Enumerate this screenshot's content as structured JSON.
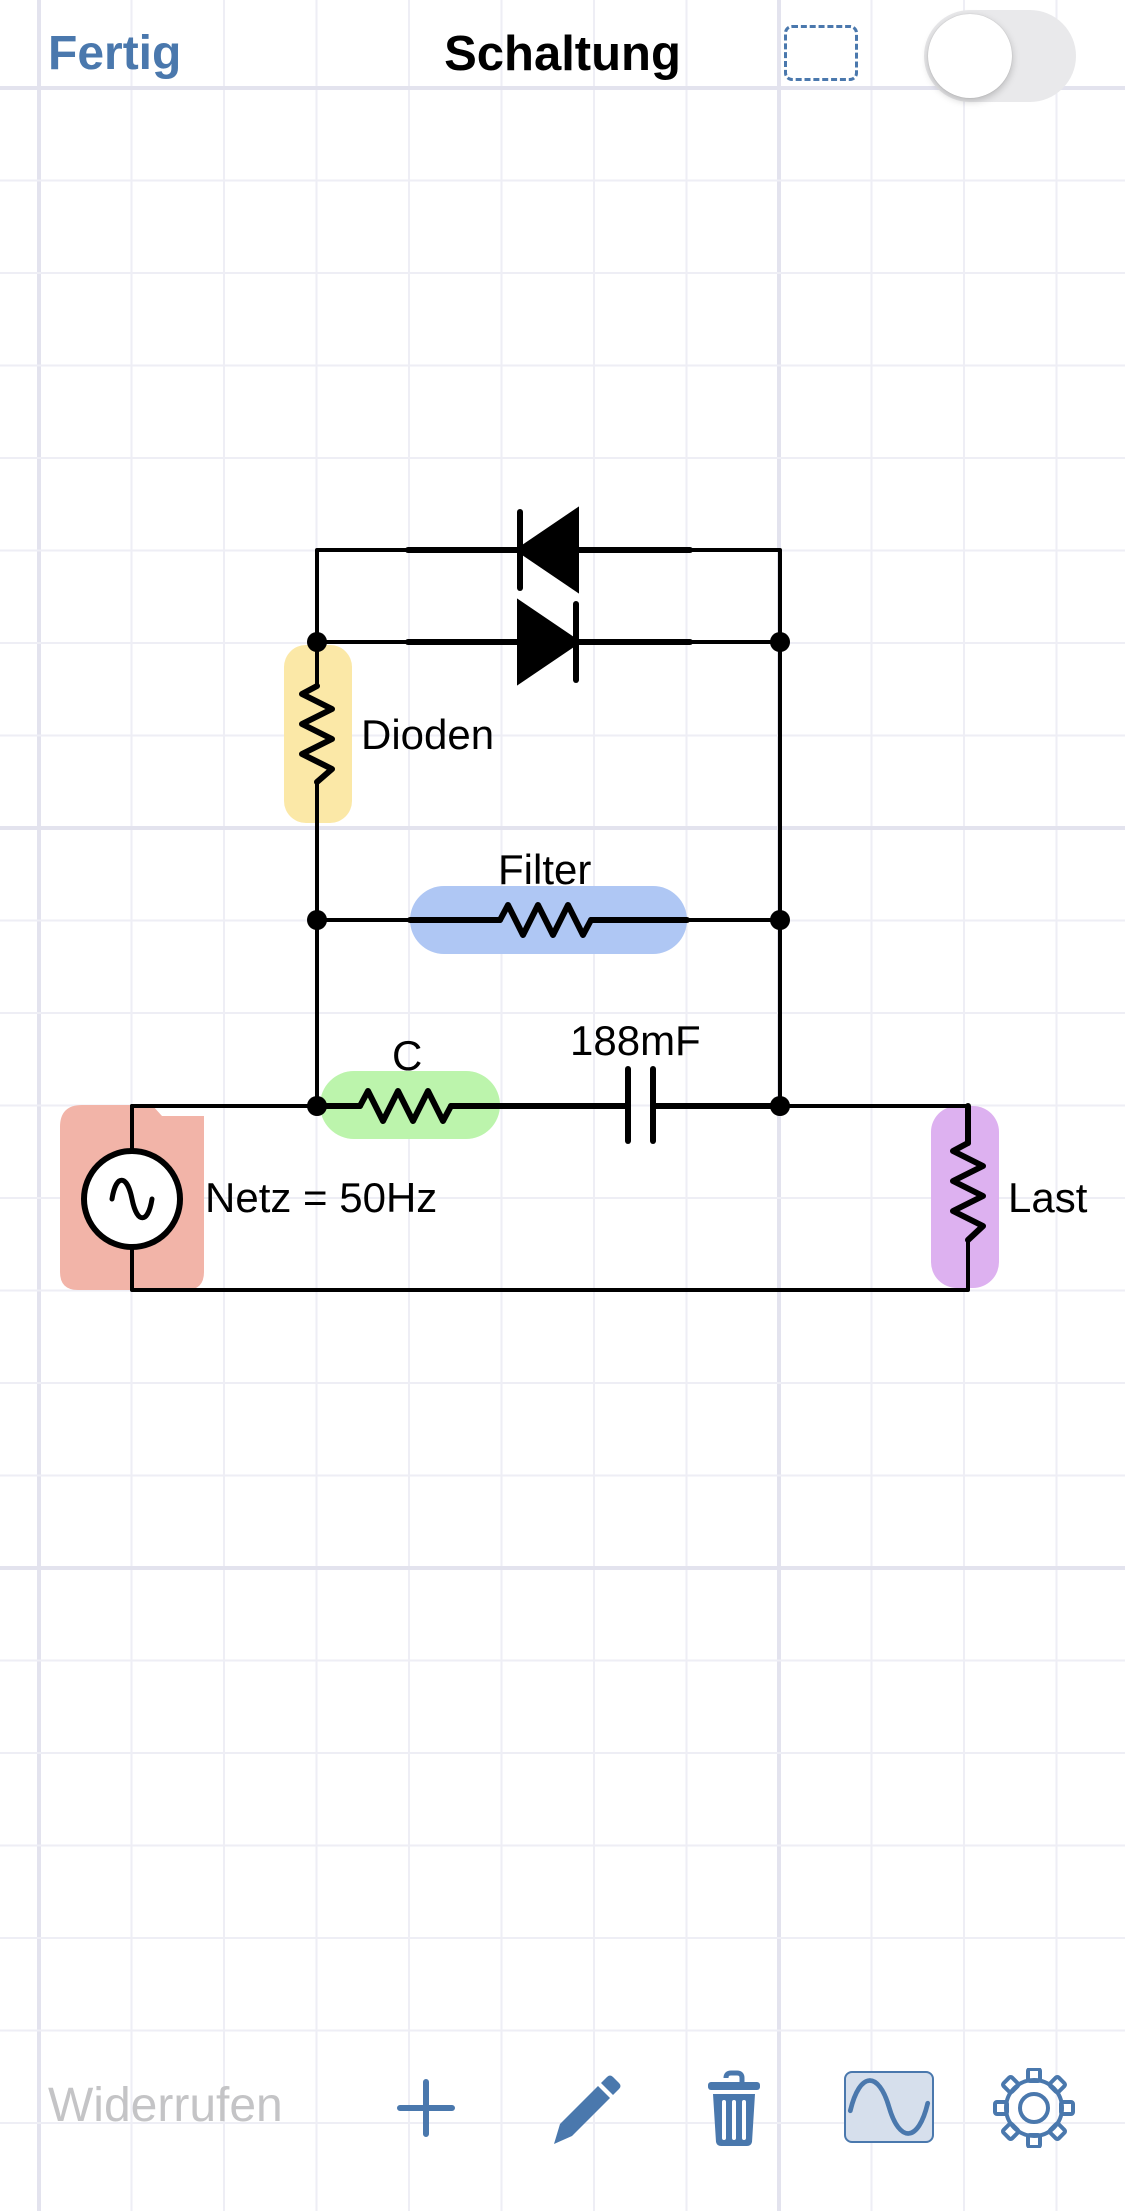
{
  "navbar": {
    "done_label": "Fertig",
    "title": "Schaltung",
    "select_icon": "dashed-selection-rectangle-icon",
    "toggle_on": false
  },
  "circuit": {
    "components": {
      "diodes_label": "Dioden",
      "filter_label": "Filter",
      "c_label": "C",
      "capacitor_value": "188mF",
      "source_label": "Netz = 50Hz",
      "load_label": "Last"
    },
    "highlight_colors": {
      "diodes": "#fbe8a7",
      "filter": "#afc7f4",
      "c": "#bcf4ac",
      "source": "#f2b4a8",
      "load": "#ddb1f0"
    }
  },
  "toolbar": {
    "undo_label": "Widerrufen",
    "add_icon": "plus-icon",
    "edit_icon": "pencil-icon",
    "delete_icon": "trash-icon",
    "waveform_icon": "sine-wave-icon",
    "settings_icon": "gear-icon",
    "waveform_active": true
  },
  "colors": {
    "accent": "#4a78ad",
    "disabled": "#c4c4c6",
    "grid": "#eeeef5",
    "grid_major": "#e3e3ee"
  }
}
